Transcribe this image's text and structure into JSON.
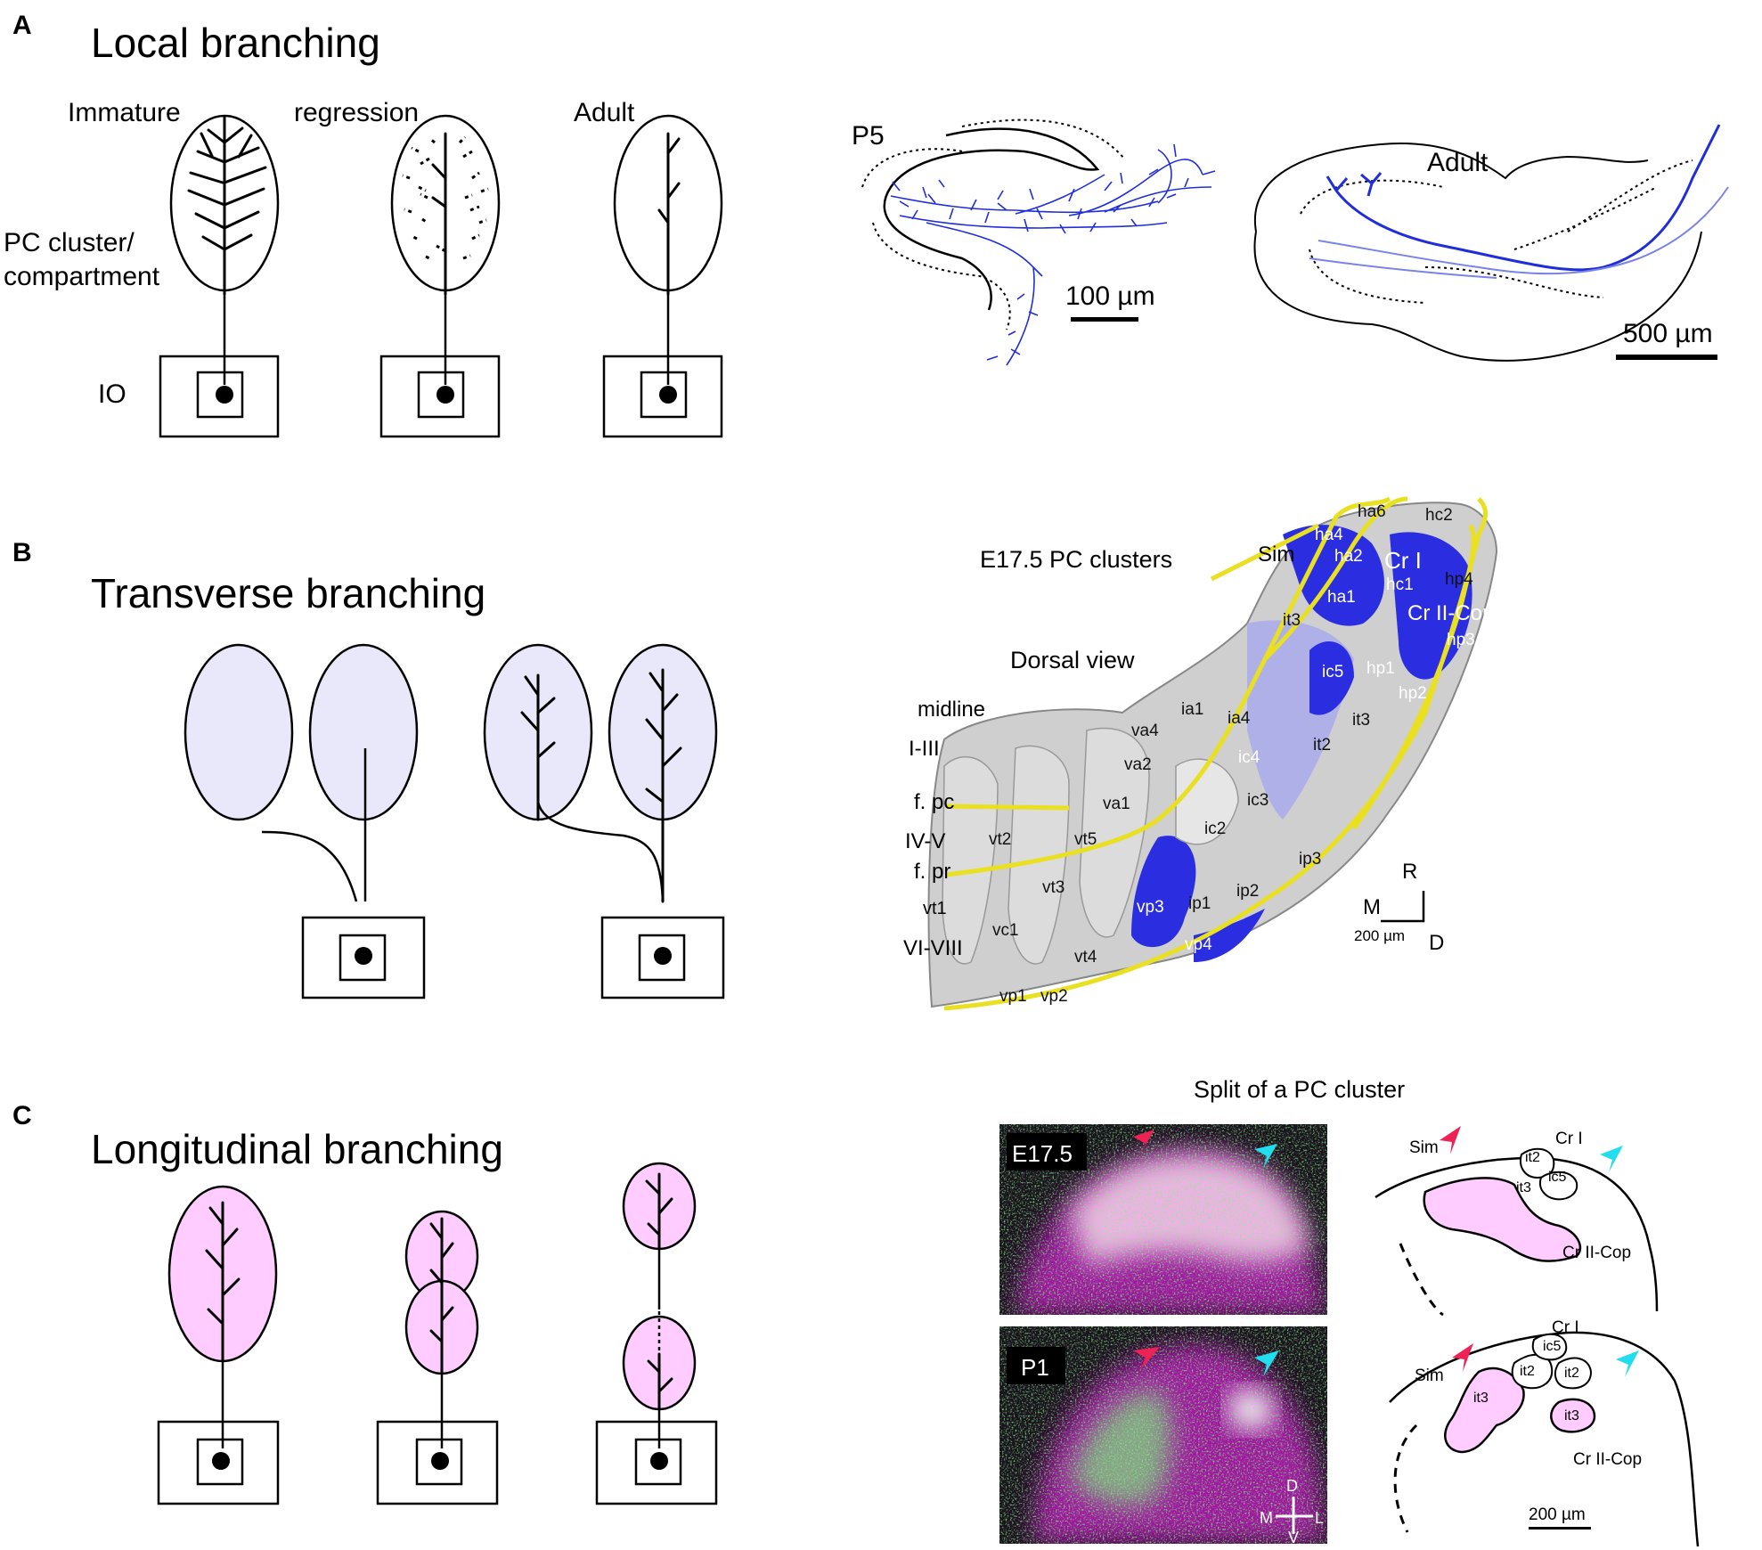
{
  "panels": {
    "a": {
      "letter": "A",
      "title": "Local branching",
      "stage_labels": [
        "Immature",
        "regression",
        "Adult"
      ],
      "cluster_label_1": "PC cluster/",
      "cluster_label_2": "compartment",
      "io_label": "IO",
      "tracing_p5_label": "P5",
      "tracing_p5_scale": "100 µm",
      "tracing_adult_label": "Adult",
      "tracing_adult_scale": "500 µm"
    },
    "b": {
      "letter": "B",
      "title": "Transverse branching",
      "model_title": "E17.5 PC clusters",
      "view_label": "Dorsal view",
      "lobule_labels": [
        "midline",
        "I-III",
        "f. pc",
        "IV-V",
        "f. pr",
        "vt1",
        "VI-VIII"
      ],
      "region_labels": [
        "Cr I",
        "Cr II-Cop",
        "Sim"
      ],
      "cluster_labels": [
        "ha6",
        "hc2",
        "ha4",
        "ha2",
        "hc1",
        "hp4",
        "ha1",
        "it3",
        "hp3",
        "ic5",
        "hp1",
        "hp2",
        "it3",
        "ia1",
        "ia4",
        "va4",
        "ic4",
        "it2",
        "va2",
        "va1",
        "ic3",
        "vt2",
        "vt5",
        "ic2",
        "vt3",
        "ip3",
        "ip1",
        "ip2",
        "vp3",
        "vc1",
        "vp4",
        "vt4",
        "vp1",
        "vp2"
      ],
      "axis_r": "R",
      "axis_m": "M",
      "axis_d": "D",
      "scale": "200 µm"
    },
    "c": {
      "letter": "C",
      "title": "Longitudinal branching",
      "split_title": "Split of a PC cluster",
      "image_e175": "E17.5",
      "image_p1": "P1",
      "axis_d": "D",
      "axis_m": "M",
      "axis_l": "L",
      "axis_v": "V",
      "sketch_top": {
        "sim": "Sim",
        "cr1": "Cr I",
        "it2": "it2",
        "ic5": "ic5",
        "it3": "it3",
        "cr2": "Cr II-Cop"
      },
      "sketch_bottom": {
        "cr1": "Cr I",
        "ic5": "ic5",
        "sim": "Sim",
        "it2a": "it2",
        "it2b": "it2",
        "it3a": "it3",
        "it3b": "it3",
        "cr2": "Cr II-Cop"
      },
      "scale": "200 µm"
    }
  },
  "colors": {
    "transverse_fill": "#e8e8fa",
    "longitudinal_fill": "#ffccff",
    "axon_blue": "#1f2ed8",
    "cluster_blue": "#2b2ee0",
    "cluster_lilac": "#9a9ae0",
    "cluster_gray": "#cfcfcf",
    "fissure_yellow": "#d8d020",
    "arrow_red": "#ee2255",
    "arrow_cyan": "#22ddee",
    "magenta": "#d020d0",
    "green": "#30d030"
  }
}
